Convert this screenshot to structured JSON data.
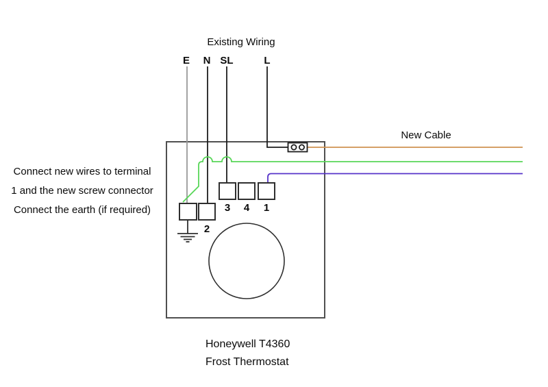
{
  "diagram": {
    "title": "Existing Wiring",
    "new_cable_label": "New Cable",
    "existing_wires": {
      "earth": "E",
      "neutral": "N",
      "switched_live": "SL",
      "live": "L"
    },
    "terminals": {
      "one": "1",
      "two": "2",
      "three": "3",
      "four": "4"
    },
    "notes": {
      "line1": "Connect new wires to terminal",
      "line2": "1 and the new screw connector",
      "line3": "Connect the earth (if required)"
    },
    "caption": {
      "model": "Honeywell T4360",
      "product": "Frost Thermostat"
    },
    "icons": {
      "screw_connector": "screw-connector",
      "earth_ground": "earth-ground-symbol",
      "thermostat_dial": "dial-circle"
    },
    "colors": {
      "existing_earth_wire": "#989898",
      "existing_wire": "#1c1c1c",
      "new_live_wire": "#cf9351",
      "new_earth_wire": "#57d657",
      "new_neutral_wire": "#5633c9",
      "enclosure_outline": "#4f4f4f",
      "terminal_outline": "#2e2e2e"
    }
  }
}
